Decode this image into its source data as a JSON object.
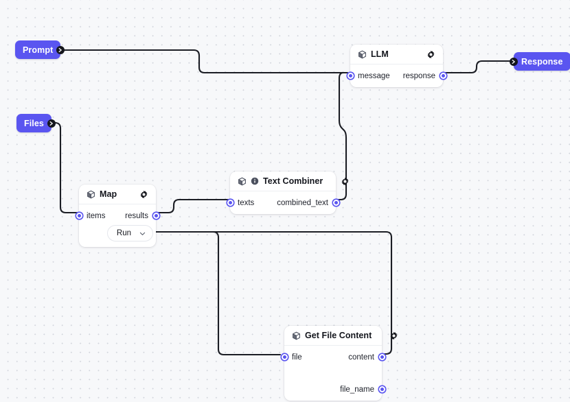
{
  "canvas": {
    "background_color": "#f7f8fa",
    "dot_color": "#d3d6dd",
    "edge_color": "#1b1d24",
    "accent_color": "#5a55f0",
    "badge_port_color": "#15161c"
  },
  "io_nodes": [
    {
      "id": "prompt",
      "label": "Prompt",
      "kind": "input",
      "port_name": "prompt-output-port",
      "icon": "arrow-right-icon"
    },
    {
      "id": "files",
      "label": "Files",
      "kind": "input",
      "port_name": "files-output-port",
      "icon": "arrow-right-icon"
    },
    {
      "id": "response",
      "label": "Response",
      "kind": "output",
      "port_name": "response-input-port",
      "icon": "arrow-right-icon"
    }
  ],
  "nodes": {
    "llm": {
      "title": "LLM",
      "icons": [
        "cube-icon"
      ],
      "settings_icon": "gear-icon",
      "inputs": [
        {
          "name": "message"
        }
      ],
      "outputs": [
        {
          "name": "response"
        }
      ]
    },
    "text_combiner": {
      "title": "Text Combiner",
      "icons": [
        "cube-icon",
        "info-icon"
      ],
      "settings_icon": "gear-icon",
      "inputs": [
        {
          "name": "texts"
        }
      ],
      "outputs": [
        {
          "name": "combined_text"
        }
      ]
    },
    "map": {
      "title": "Map",
      "icons": [
        "cube-icon"
      ],
      "settings_icon": "gear-icon",
      "inputs": [
        {
          "name": "items"
        }
      ],
      "outputs": [
        {
          "name": "results"
        }
      ],
      "run_button": {
        "label": "Run",
        "chevron": "chevron-down-icon"
      }
    },
    "get_file_content": {
      "title": "Get File Content",
      "icons": [
        "cube-icon"
      ],
      "settings_icon": "gear-icon",
      "inputs": [
        {
          "name": "file"
        }
      ],
      "outputs": [
        {
          "name": "content"
        },
        {
          "name": "file_name"
        }
      ]
    }
  },
  "edges": [
    {
      "id": "prompt-to-llm-message",
      "from": "Prompt",
      "to": "LLM.message"
    },
    {
      "id": "combined_text-to-llm-message",
      "from": "Text Combiner.combined_text",
      "to": "LLM.message"
    },
    {
      "id": "llm-response-to-response",
      "from": "LLM.response",
      "to": "Response"
    },
    {
      "id": "files-to-map-items",
      "from": "Files",
      "to": "Map.items"
    },
    {
      "id": "map-results-to-texts",
      "from": "Map.results",
      "to": "Text Combiner.texts"
    },
    {
      "id": "map-to-get-file-content-file",
      "from": "Map",
      "to": "Get File Content.file"
    },
    {
      "id": "content-to-map",
      "from": "Get File Content.content",
      "to": "Map"
    }
  ]
}
